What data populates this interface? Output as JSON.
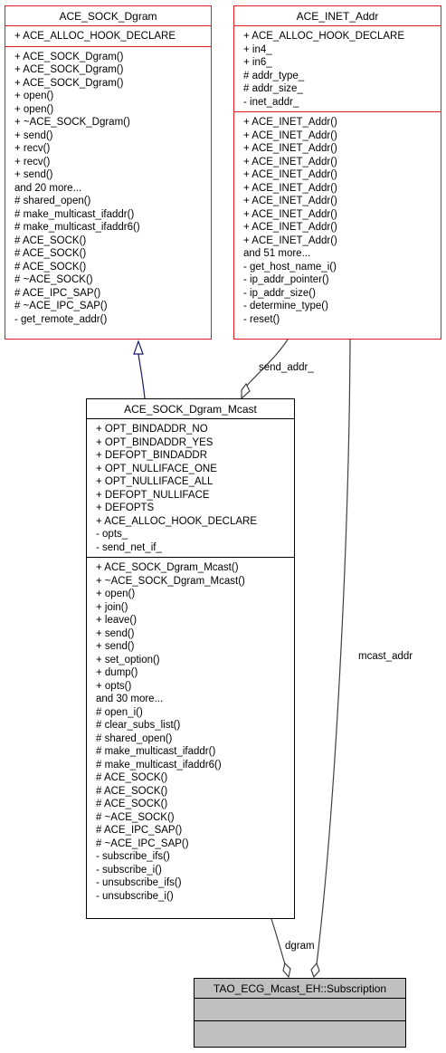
{
  "classes": {
    "sock_dgram": {
      "name": "ACE_SOCK_Dgram",
      "attributes": [
        "+ ACE_ALLOC_HOOK_DECLARE"
      ],
      "methods": [
        "+ ACE_SOCK_Dgram()",
        "+ ACE_SOCK_Dgram()",
        "+ ACE_SOCK_Dgram()",
        "+ open()",
        "+ open()",
        "+ ~ACE_SOCK_Dgram()",
        "+ send()",
        "+ recv()",
        "+ recv()",
        "+ send()",
        "and 20 more...",
        "# shared_open()",
        "# make_multicast_ifaddr()",
        "# make_multicast_ifaddr6()",
        "# ACE_SOCK()",
        "# ACE_SOCK()",
        "# ACE_SOCK()",
        "# ~ACE_SOCK()",
        "# ACE_IPC_SAP()",
        "# ~ACE_IPC_SAP()",
        "- get_remote_addr()"
      ]
    },
    "inet_addr": {
      "name": "ACE_INET_Addr",
      "attributes": [
        "+ ACE_ALLOC_HOOK_DECLARE",
        "+ in4_",
        "+ in6_",
        "# addr_type_",
        "# addr_size_",
        "- inet_addr_"
      ],
      "methods": [
        "+ ACE_INET_Addr()",
        "+ ACE_INET_Addr()",
        "+ ACE_INET_Addr()",
        "+ ACE_INET_Addr()",
        "+ ACE_INET_Addr()",
        "+ ACE_INET_Addr()",
        "+ ACE_INET_Addr()",
        "+ ACE_INET_Addr()",
        "+ ACE_INET_Addr()",
        "+ ACE_INET_Addr()",
        "and 51 more...",
        "- get_host_name_i()",
        "- ip_addr_pointer()",
        "- ip_addr_size()",
        "- determine_type()",
        "- reset()"
      ]
    },
    "dgram_mcast": {
      "name": "ACE_SOCK_Dgram_Mcast",
      "attributes": [
        "+ OPT_BINDADDR_NO",
        "+ OPT_BINDADDR_YES",
        "+ DEFOPT_BINDADDR",
        "+ OPT_NULLIFACE_ONE",
        "+ OPT_NULLIFACE_ALL",
        "+ DEFOPT_NULLIFACE",
        "+ DEFOPTS",
        "+ ACE_ALLOC_HOOK_DECLARE",
        "- opts_",
        "- send_net_if_"
      ],
      "methods": [
        "+ ACE_SOCK_Dgram_Mcast()",
        "+ ~ACE_SOCK_Dgram_Mcast()",
        "+ open()",
        "+ join()",
        "+ leave()",
        "+ send()",
        "+ send()",
        "+ set_option()",
        "+ dump()",
        "+ opts()",
        "and 30 more...",
        "# open_i()",
        "# clear_subs_list()",
        "# shared_open()",
        "# make_multicast_ifaddr()",
        "# make_multicast_ifaddr6()",
        "# ACE_SOCK()",
        "# ACE_SOCK()",
        "# ACE_SOCK()",
        "# ~ACE_SOCK()",
        "# ACE_IPC_SAP()",
        "# ~ACE_IPC_SAP()",
        "- subscribe_ifs()",
        "- subscribe_i()",
        "- unsubscribe_ifs()",
        "- unsubscribe_i()"
      ]
    },
    "subscription": {
      "name": "TAO_ECG_Mcast_EH::Subscription",
      "attributes": [],
      "methods": []
    }
  },
  "edges": {
    "send_addr_label": "send_addr_",
    "mcast_addr_label": "mcast_addr",
    "dgram_label": "dgram"
  },
  "colors": {
    "external_class_border": "#e3191c",
    "class_border": "#000000",
    "inheritance_arrow": "#191970",
    "association_line": "#404040",
    "highlighted_fill": "#bfbfbf"
  }
}
